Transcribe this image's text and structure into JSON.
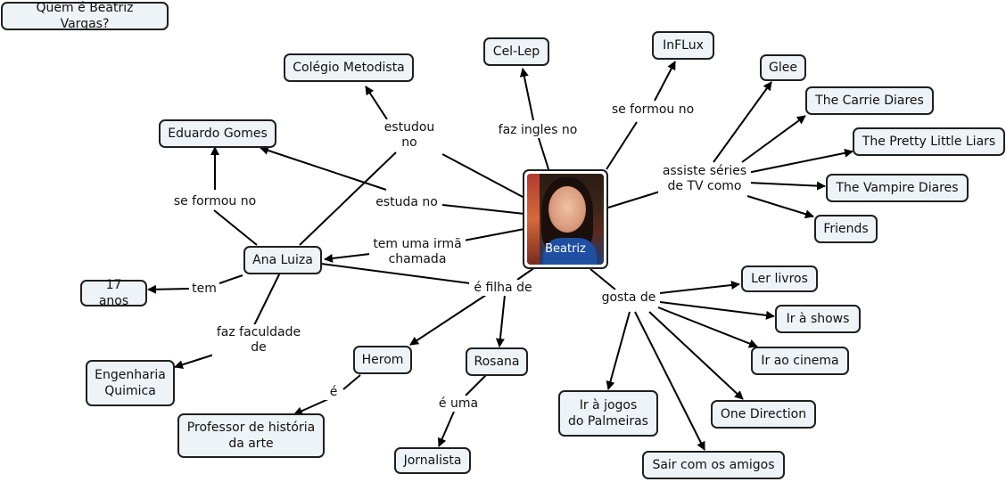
{
  "question": "Quem é Beatriz Vargas?",
  "center": {
    "name": "Beatriz"
  },
  "nodes": {
    "colegio": "Colégio Metodista",
    "cellep": "Cel-Lep",
    "influx": "InFLux",
    "eduardo": "Eduardo Gomes",
    "glee": "Glee",
    "carrie": "The Carrie Diares",
    "pretty": "The Pretty Little Liars",
    "vampire": "The Vampire Diares",
    "friends": "Friends",
    "ana": "Ana Luiza",
    "anos": "17 anos",
    "engenharia": "Engenharia\nQuimica",
    "herom": "Herom",
    "rosana": "Rosana",
    "professor": "Professor de história\nda arte",
    "jornalista": "Jornalista",
    "palmeiras": "Ir à jogos\ndo Palmeiras",
    "sair": "Sair com os amigos",
    "lerlivros": "Ler livros",
    "shows": "Ir à shows",
    "cinema": "Ir ao cinema",
    "onedirection": "One Direction"
  },
  "labels": {
    "estudou": "estudou\nno",
    "fazingles": "faz ingles no",
    "seformou_top": "se formou no",
    "assiste": "assiste séries\nde TV como",
    "estuda": "estuda no",
    "seformou_left": "se formou no",
    "irma": "tem uma irmã\nchamada",
    "filha": "é filha de",
    "gosta": "gosta de",
    "tem": "tem",
    "faculdade": "faz faculdade\nde",
    "e": "é",
    "euma": "é uma"
  }
}
